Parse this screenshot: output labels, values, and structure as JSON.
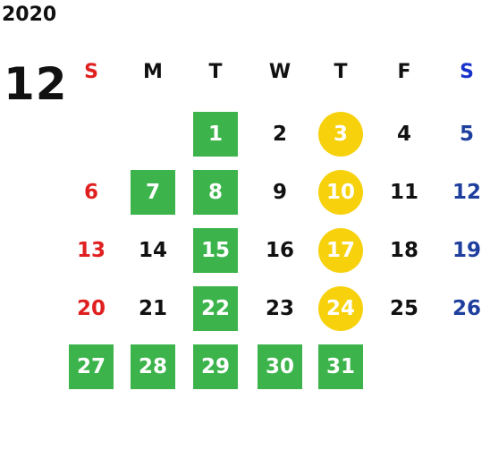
{
  "year": "2020",
  "month": "12",
  "weekdays": [
    {
      "label": "S",
      "color": "#e02020"
    },
    {
      "label": "M",
      "color": "#111111"
    },
    {
      "label": "T",
      "color": "#111111"
    },
    {
      "label": "W",
      "color": "#111111"
    },
    {
      "label": "T",
      "color": "#111111"
    },
    {
      "label": "F",
      "color": "#111111"
    },
    {
      "label": "S",
      "color": "#1a33cc"
    }
  ],
  "colors": {
    "green_highlight": "#3cb44b",
    "yellow_highlight": "#f6d10c",
    "sunday": "#e02020",
    "saturday": "#1f3f9f",
    "default_text": "#111111"
  },
  "weeks": [
    [
      null,
      null,
      {
        "day": "1",
        "style": "green"
      },
      {
        "day": "2",
        "style": "plain"
      },
      {
        "day": "3",
        "style": "yellow"
      },
      {
        "day": "4",
        "style": "plain"
      },
      {
        "day": "5",
        "style": "saturday"
      }
    ],
    [
      {
        "day": "6",
        "style": "sunday"
      },
      {
        "day": "7",
        "style": "green"
      },
      {
        "day": "8",
        "style": "green"
      },
      {
        "day": "9",
        "style": "plain"
      },
      {
        "day": "10",
        "style": "yellow"
      },
      {
        "day": "11",
        "style": "plain"
      },
      {
        "day": "12",
        "style": "saturday"
      }
    ],
    [
      {
        "day": "13",
        "style": "sunday"
      },
      {
        "day": "14",
        "style": "plain"
      },
      {
        "day": "15",
        "style": "green"
      },
      {
        "day": "16",
        "style": "plain"
      },
      {
        "day": "17",
        "style": "yellow"
      },
      {
        "day": "18",
        "style": "plain"
      },
      {
        "day": "19",
        "style": "saturday"
      }
    ],
    [
      {
        "day": "20",
        "style": "sunday"
      },
      {
        "day": "21",
        "style": "plain"
      },
      {
        "day": "22",
        "style": "green"
      },
      {
        "day": "23",
        "style": "plain"
      },
      {
        "day": "24",
        "style": "yellow"
      },
      {
        "day": "25",
        "style": "plain"
      },
      {
        "day": "26",
        "style": "saturday"
      }
    ],
    [
      {
        "day": "27",
        "style": "green"
      },
      {
        "day": "28",
        "style": "green"
      },
      {
        "day": "29",
        "style": "green"
      },
      {
        "day": "30",
        "style": "green"
      },
      {
        "day": "31",
        "style": "green"
      },
      null,
      null
    ]
  ]
}
